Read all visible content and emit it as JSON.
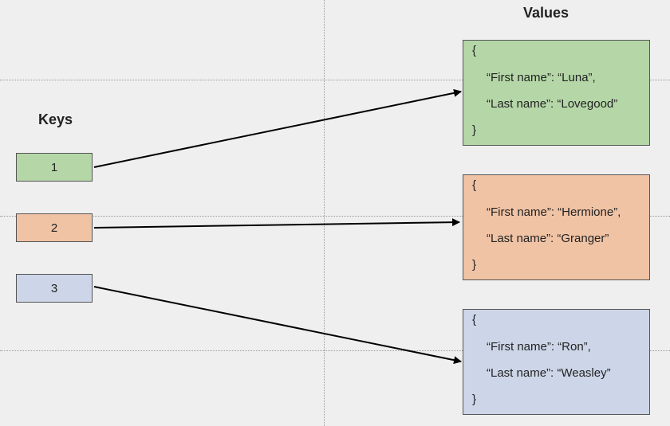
{
  "headings": {
    "keys": "Keys",
    "values": "Values"
  },
  "colors": {
    "background": "#efefef",
    "green": "#b5d7a8",
    "orange": "#f0c3a5",
    "blue": "#cdd6e8",
    "arrow": "#000000"
  },
  "keys": [
    {
      "label": "1",
      "color": "#b5d7a8"
    },
    {
      "label": "2",
      "color": "#f0c3a5"
    },
    {
      "label": "3",
      "color": "#cdd6e8"
    }
  ],
  "values": [
    {
      "color": "#b5d7a8",
      "open": "{",
      "first_line": "“First name”: “Luna”,",
      "last_line": "“Last name”: “Lovegood”",
      "close": "}"
    },
    {
      "color": "#f0c3a5",
      "open": "{",
      "first_line": "“First name”: “Hermione”,",
      "last_line": "“Last name”: “Granger”",
      "close": "}"
    },
    {
      "color": "#cdd6e8",
      "open": "{",
      "first_line": "“First name”: “Ron”,",
      "last_line": "“Last name”: “Weasley”",
      "close": "}"
    }
  ]
}
